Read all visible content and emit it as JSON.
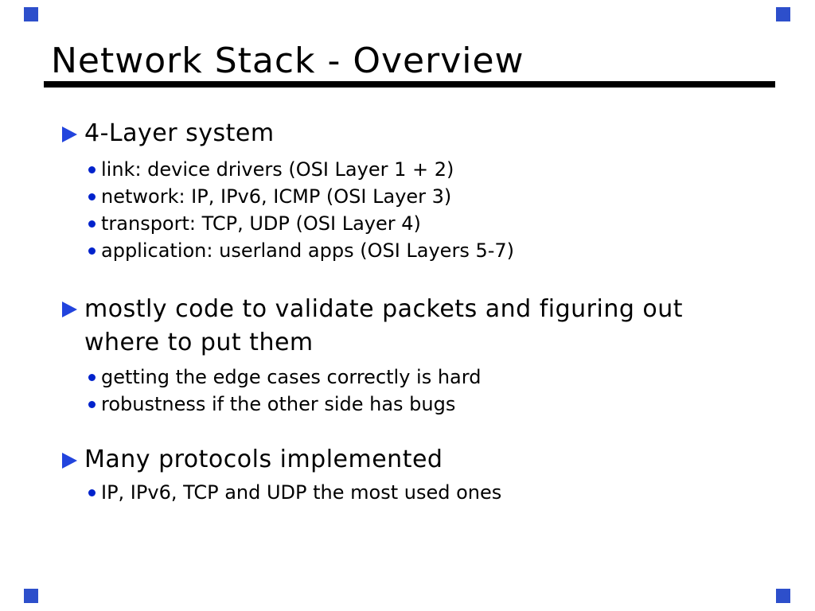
{
  "slide": {
    "title": "Network Stack - Overview",
    "bullets": {
      "0": {
        "label": "4-Layer system",
        "subitems": {
          "0": "link: device drivers (OSI Layer 1 + 2)",
          "1": "network: IP, IPv6, ICMP (OSI Layer 3)",
          "2": "transport: TCP, UDP (OSI Layer 4)",
          "3": "application: userland apps (OSI Layers 5-7)"
        }
      },
      "1": {
        "label": "mostly code to validate packets and figuring out where to put them",
        "subitems": {
          "0": "getting the edge cases correctly is hard",
          "1": "robustness if the other side has bugs"
        }
      },
      "2": {
        "label": "Many protocols implemented",
        "subitems": {
          "0": "IP, IPv6, TCP and UDP the most used ones"
        }
      }
    },
    "colors": {
      "background": "#ffffff",
      "text": "#000000",
      "title_rule": "#000000",
      "triangle_bullet": "#2244dd",
      "dot_bullet": "#0022cc",
      "corner_marker": "#2d4fcb"
    }
  }
}
